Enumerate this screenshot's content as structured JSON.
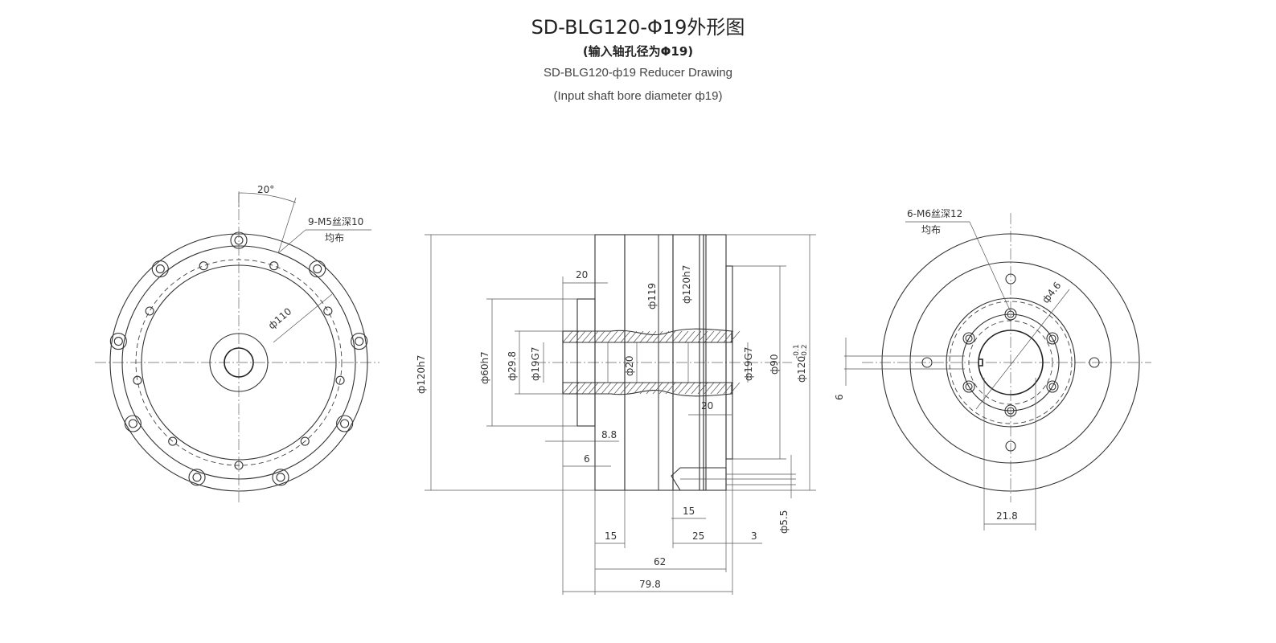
{
  "header": {
    "title_cn": "SD-BLG120-Φ19外形图",
    "subtitle_cn": "(输入轴孔径为Φ19)",
    "title_en": "SD-BLG120-ф19 Reducer Drawing",
    "subtitle_en": "(Input shaft bore diameter ф19)"
  },
  "left_view": {
    "angle": "20°",
    "thread_callout": "9-M5丝深10",
    "thread_note": "均布",
    "pcd": "ф110"
  },
  "side_view": {
    "d_outer": "ф120h7",
    "d_60": "ф60h7",
    "d_29": "ф29.8",
    "d_19_left": "ф19G7",
    "d_20": "ф20",
    "d_119": "ф119",
    "d_120_flange": "ф120h7",
    "d_19_right": "ф19G7",
    "d_90": "ф90",
    "d_120_right": "ф120",
    "tol_upper": "-0.1",
    "tol_lower": "-0.2",
    "dim_20_top": "20",
    "dim_20_right": "20",
    "dim_8_8": "8.8",
    "dim_6": "6",
    "dim_15_mid": "15",
    "dim_5_5": "ф5.5",
    "dim_15_bottom": "15",
    "dim_25": "25",
    "dim_3": "3",
    "dim_62": "62",
    "dim_79_8": "79.8"
  },
  "right_view": {
    "thread_callout": "6-M6丝深12",
    "thread_note": "均布",
    "hole": "ф4.6",
    "key_width": "6",
    "key_height": "21.8"
  }
}
